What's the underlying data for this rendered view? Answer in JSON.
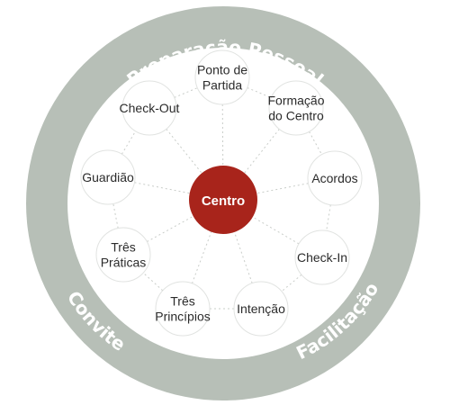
{
  "center": {
    "label": "Centro",
    "color": "#a8241b"
  },
  "ring": {
    "color": "#b7bfb7",
    "labels": {
      "top": "Preparação Pessoal",
      "left": "Convite",
      "right": "Facilitação"
    }
  },
  "nodes": [
    {
      "id": "ponto-de-partida",
      "lines": [
        "Ponto de",
        "Partida"
      ]
    },
    {
      "id": "formacao-do-centro",
      "lines": [
        "Formação",
        "do Centro"
      ]
    },
    {
      "id": "acordos",
      "lines": [
        "Acordos"
      ]
    },
    {
      "id": "check-in",
      "lines": [
        "Check-In"
      ]
    },
    {
      "id": "intencao",
      "lines": [
        "Intenção"
      ]
    },
    {
      "id": "tres-principios",
      "lines": [
        "Três",
        "Princípios"
      ]
    },
    {
      "id": "tres-praticas",
      "lines": [
        "Três",
        "Práticas"
      ]
    },
    {
      "id": "guardiao",
      "lines": [
        "Guardião"
      ]
    },
    {
      "id": "check-out",
      "lines": [
        "Check-Out"
      ]
    }
  ]
}
